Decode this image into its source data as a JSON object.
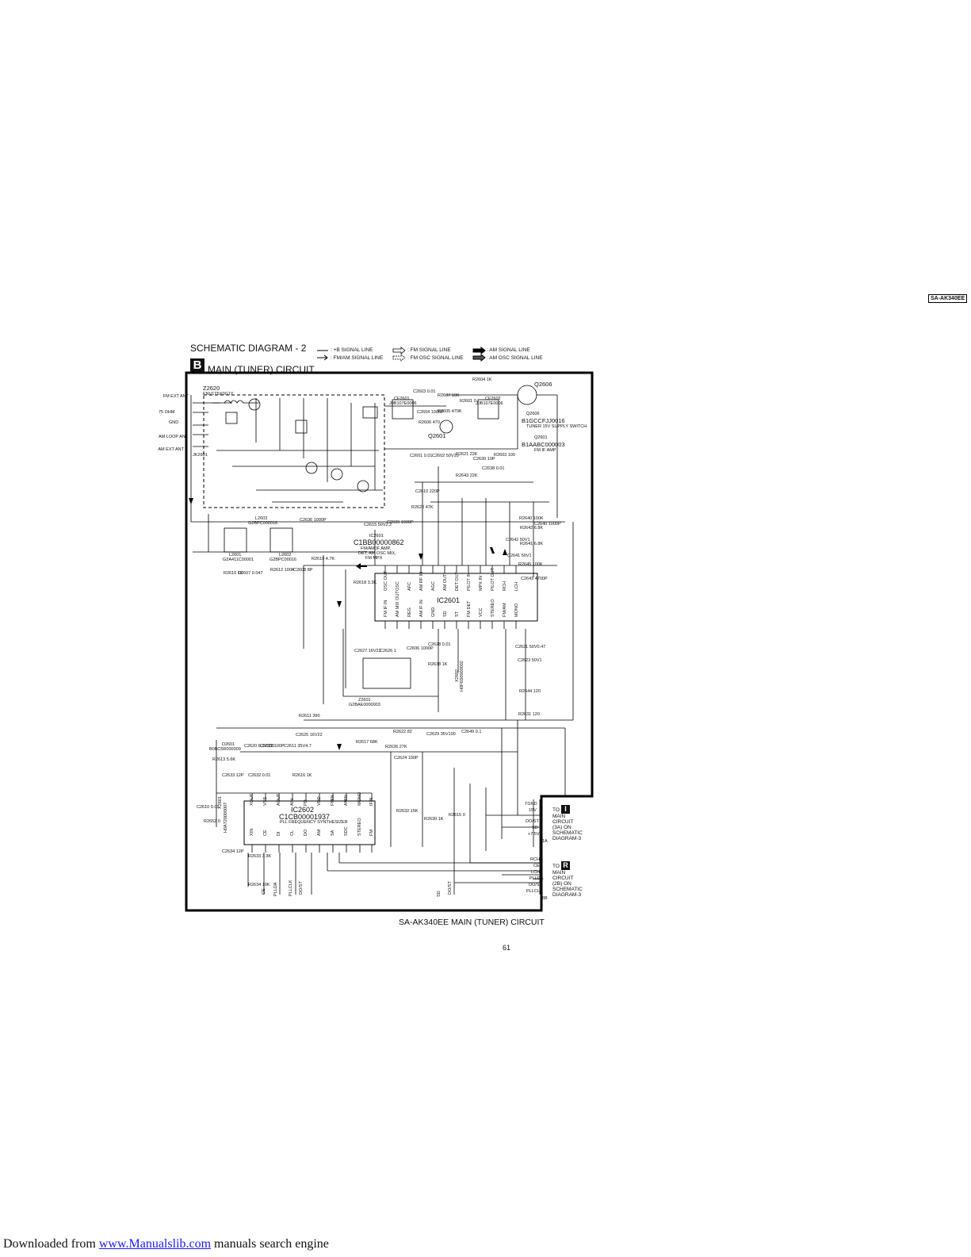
{
  "header": {
    "model_badge": "SA-AK340EE"
  },
  "title": "SCHEMATIC DIAGRAM - 2",
  "section_letter": "B",
  "subtitle": "MAIN (TUNER) CIRCUIT",
  "legend": {
    "b_line": ": +B SIGNAL LINE",
    "fmam_line": ": FM/AM SIGNAL LINE",
    "fm_line": ": FM SIGNAL LINE",
    "fm_osc_line": ": FM OSC SIGNAL LINE",
    "am_line": ": AM SIGNAL LINE",
    "am_osc_line": ": AM OSC SIGNAL LINE"
  },
  "antenna": {
    "fm_ext": "FM EXT ANT",
    "ohm75": "75 OHM",
    "gnd": "GND",
    "am_loop": "AM LOOP ANT",
    "am_ext": "AM EXT ANT",
    "jack": "JK2601"
  },
  "components": {
    "z2620": "Z2620",
    "z2620_part": "ENV1T5X0G1Y",
    "q2606": "Q2606",
    "q2606_part": "B1GCCFJJ0016",
    "q2606_desc": "TUNER 15V SUPPLY SWITCH",
    "q2601": "Q2601",
    "q2601_part": "B1AABC000003",
    "q2601_desc": "FM IF AMP",
    "q2601_label": "Q2601",
    "cf2601": "CF2601",
    "cf2601_part": "J0B107E0006",
    "cf2602": "CF2602",
    "cf2602_part": "J0B107E0006",
    "ic2601": "IC2601",
    "ic2601_part": "C1BB00000862",
    "ic2601_desc1": "FM/AM IF AMP,",
    "ic2601_desc2": "DET, AM OSC MIX,",
    "ic2601_desc3": "FM MPX",
    "ic2601_label": "IC2601",
    "ic2602": "IC2602",
    "ic2602_part": "C1CB00001937",
    "ic2602_desc": "PLL FREQUENCY SYNTHESIZER",
    "l2601": "L2601",
    "l2601_part": "G2A411C00001",
    "l2602": "L2602",
    "l2602_part": "G2BPC00016",
    "l2603": "L2603",
    "l2603_part": "G2BPC000016",
    "z2601": "Z2601",
    "z2601_part": "G2BAE0000003",
    "d2601": "D2601",
    "d2601_part": "B0BC5R000009",
    "x2601": "X2601",
    "x2601_part": "H0A720000007",
    "x2602": "X2602",
    "x2602_part": "H0F6D0000002"
  },
  "ic2601_pins_top": [
    "OSC OUT",
    "OSC",
    "AFC",
    "AM RF IN",
    "AGC",
    "AM OUT",
    "DET OUT",
    "PILOT IN",
    "MPX IN",
    "PILOT OUT",
    "RCH",
    "LCH"
  ],
  "ic2601_pins_bottom": [
    "FM IF IN",
    "AM MIX OUT",
    "REG",
    "AM IF IN",
    "GND",
    "SD",
    "ST",
    "FM DET",
    "VCC",
    "STEREO",
    "FM/AM",
    "MONO"
  ],
  "ic2602_pins_top": [
    "XOUT",
    "VSS",
    "AOUT",
    "AIN",
    "PD",
    "VDD",
    "FMIN",
    "AMIN",
    "MONO",
    "IFIN"
  ],
  "ic2602_pins_bottom": [
    "XIN",
    "CE",
    "DI",
    "CL",
    "DO",
    "AM",
    "SA",
    "SDC",
    "STEREO",
    "FM"
  ],
  "parts": {
    "r2604": "R2604 1K",
    "c2603": "C2603 0.01",
    "r2607": "R2607 10K",
    "r2601": "R2601 0",
    "r2605": "R2605 470K",
    "c2604": "C2604 1000P",
    "r2606": "R2606 470",
    "c2601": "C2601 0.01",
    "c2602": "C2602 50V10",
    "r2621": "R2621 22K",
    "c2630": "C2630 10P",
    "r2603": "R2603 100",
    "r2643": "R2643 22K",
    "c2638": "C2638 0.01",
    "c2610": "C2610 220P",
    "r2620": "R2620 47K",
    "r2640": "R2640 100K",
    "r2642": "R2642 6.8K",
    "c2640": "C2640 1000P",
    "c2642": "C2642 50V1",
    "r2641": "R2641 6.8K",
    "c2641": "C2641 50V1",
    "r2645": "R2645 100K",
    "c2643": "C2643 4700P",
    "c2636": "C2636 1000P",
    "c2615": "C2615 50V2.2",
    "c2609": "C2609 1000P",
    "r2619": "R2619 4.7K",
    "r2610": "R2610 1K",
    "c2607": "C2607 0.047",
    "r2612": "R2612 100K",
    "c2608": "C2608 8P",
    "r2618": "R2618 3.3K",
    "c2627": "C2627 16V22",
    "c2626": "C2626 1",
    "c2606": "C2606 1000P",
    "r2638": "R2638 1K",
    "c2628": "C2628 0.01",
    "c2621": "C2621 50V0.47",
    "c2623": "C2623 50V1",
    "r2644": "R2644 120",
    "r2631": "R2631 120",
    "r2611": "R2611 390",
    "c2625": "C2625 16V22",
    "r2622": "R2622 82",
    "c2629": "C2629 35V100",
    "c2649": "C2649 0.1",
    "r2617": "R2617 68K",
    "r2626": "R2626 27K",
    "c2624": "C2624 100P",
    "c2633": "C2633 12P",
    "c2632": "C2632 0.01",
    "r2616": "R2616 1K",
    "c2610b": "C2610 0.01",
    "r2652": "R2652 0",
    "c2634": "C2634 12P",
    "r2632": "R2632 15K",
    "r2630": "R2630 1K",
    "r2615": "R2615 0",
    "r2633": "R2633 3.3K",
    "r2634": "R2634 10K",
    "r2613": "R2613 5.6K",
    "c2620": "C2620 6.3V330",
    "c2622": "C2622 100P",
    "c2611": "C2611 35V4.7"
  },
  "connector_upper": {
    "signals": [
      "TGND",
      "15V",
      "DO/ST",
      "SD",
      "+7.5V"
    ],
    "to": "TO",
    "box": "I",
    "desc": [
      "MAIN",
      "CIRCUIT",
      "(3A) ON",
      "SCHEMATIC",
      "DIAGRAM-3"
    ],
    "pin": "1A"
  },
  "connector_lower": {
    "signals": [
      "RCH",
      "CE",
      "LCH",
      "PLLDA",
      "DO/ST",
      "PLLCLK"
    ],
    "to": "TO",
    "box": "R",
    "desc": [
      "MAIN",
      "CIRCUIT",
      "(2B) ON",
      "SCHEMATIC",
      "DIAGRAM-3"
    ],
    "pin": "6B"
  },
  "bottom_net_labels": [
    "CE",
    "PLLDA",
    "PLLCLK",
    "DO/ST",
    "SD",
    "DO/ST"
  ],
  "bottom_caption": "SA-AK340EE MAIN (TUNER) CIRCUIT",
  "page_number": "61",
  "footer": {
    "prefix": "Downloaded from",
    "link": "www.Manualslib.com",
    "suffix": " manuals search engine"
  }
}
